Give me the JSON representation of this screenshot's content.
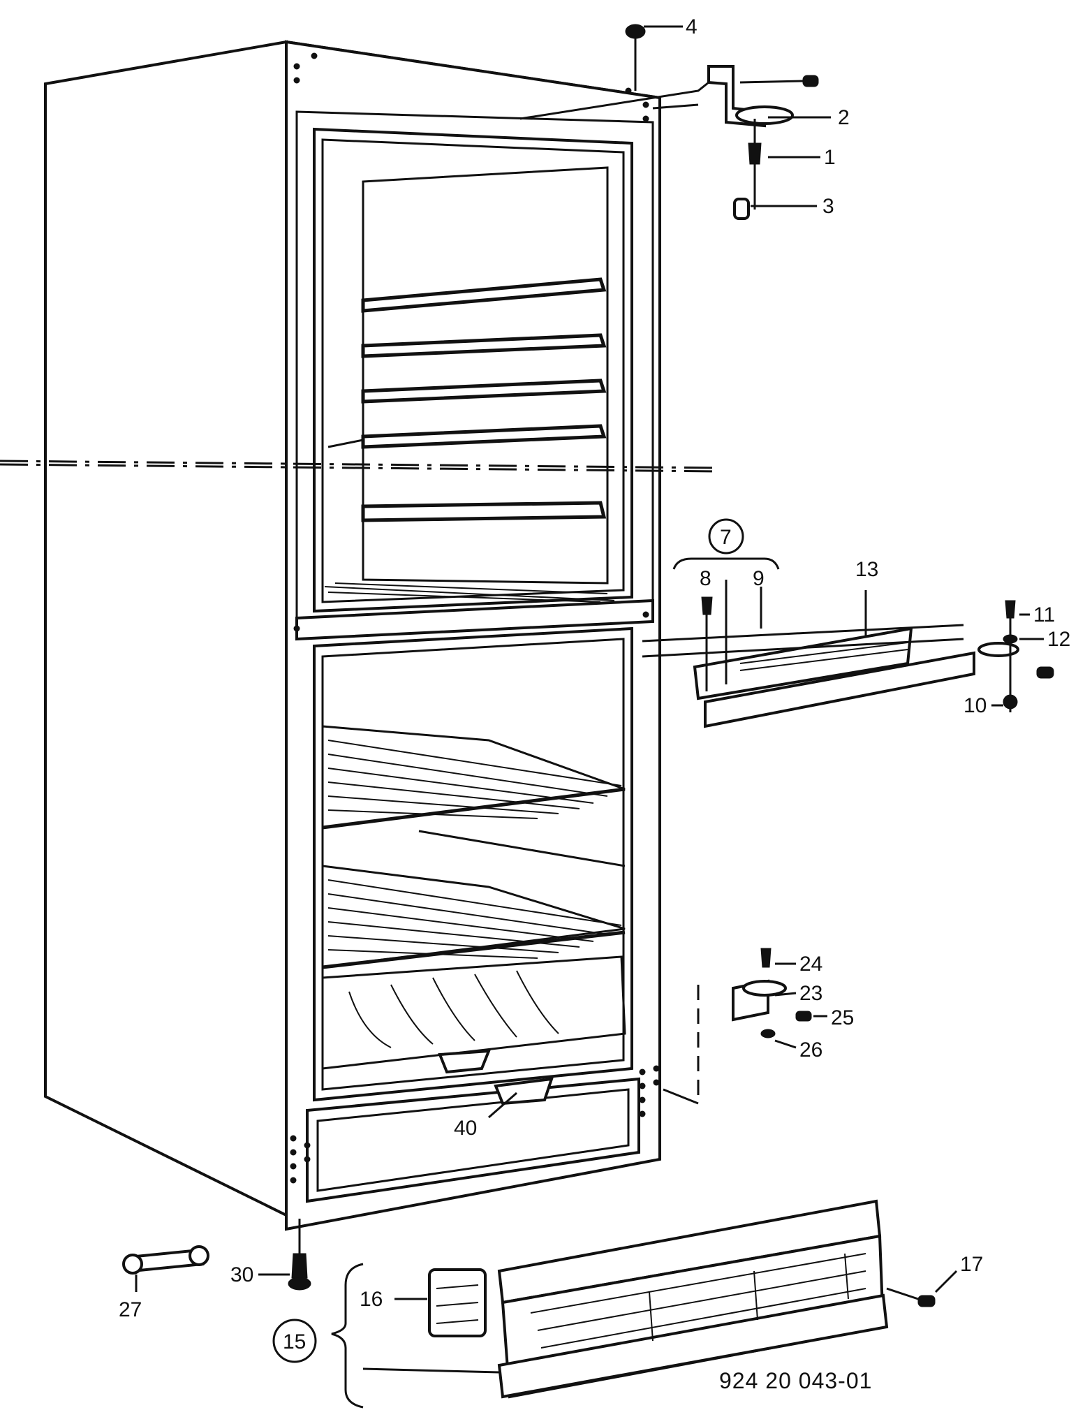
{
  "diagram": {
    "drawing_number": "924 20 043-01",
    "callouts": [
      {
        "id": "c1",
        "text": "1"
      },
      {
        "id": "c2",
        "text": "2"
      },
      {
        "id": "c3",
        "text": "3"
      },
      {
        "id": "c4",
        "text": "4"
      },
      {
        "id": "c7",
        "text": "7"
      },
      {
        "id": "c8",
        "text": "8"
      },
      {
        "id": "c9",
        "text": "9"
      },
      {
        "id": "c10",
        "text": "10"
      },
      {
        "id": "c11",
        "text": "11"
      },
      {
        "id": "c12",
        "text": "12"
      },
      {
        "id": "c13",
        "text": "13"
      },
      {
        "id": "c15",
        "text": "15"
      },
      {
        "id": "c16",
        "text": "16"
      },
      {
        "id": "c17",
        "text": "17"
      },
      {
        "id": "c23",
        "text": "23"
      },
      {
        "id": "c24",
        "text": "24"
      },
      {
        "id": "c25",
        "text": "25"
      },
      {
        "id": "c26",
        "text": "26"
      },
      {
        "id": "c27",
        "text": "27"
      },
      {
        "id": "c30",
        "text": "30"
      },
      {
        "id": "c40",
        "text": "40"
      }
    ]
  }
}
